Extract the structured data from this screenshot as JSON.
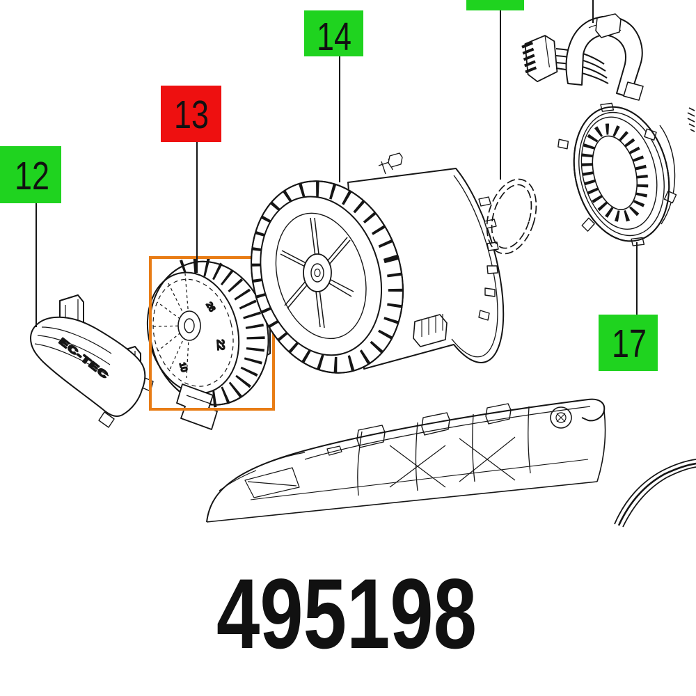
{
  "footer": {
    "part_number": "495198"
  },
  "colors": {
    "background": "#ffffff",
    "line": "#151515",
    "label_green": "#1fd31f",
    "label_red": "#ee1010",
    "label_text": "#111111",
    "highlight_orange": "#e87c15"
  },
  "labels": {
    "item12": {
      "text": "12"
    },
    "item13": {
      "text": "13"
    },
    "item14": {
      "text": "14"
    },
    "item17": {
      "text": "17"
    }
  },
  "markings": {
    "lever_embossed": "EC-TEC",
    "fan_mark_1": "26",
    "fan_mark_2": "10",
    "fan_mark_3": "22"
  }
}
